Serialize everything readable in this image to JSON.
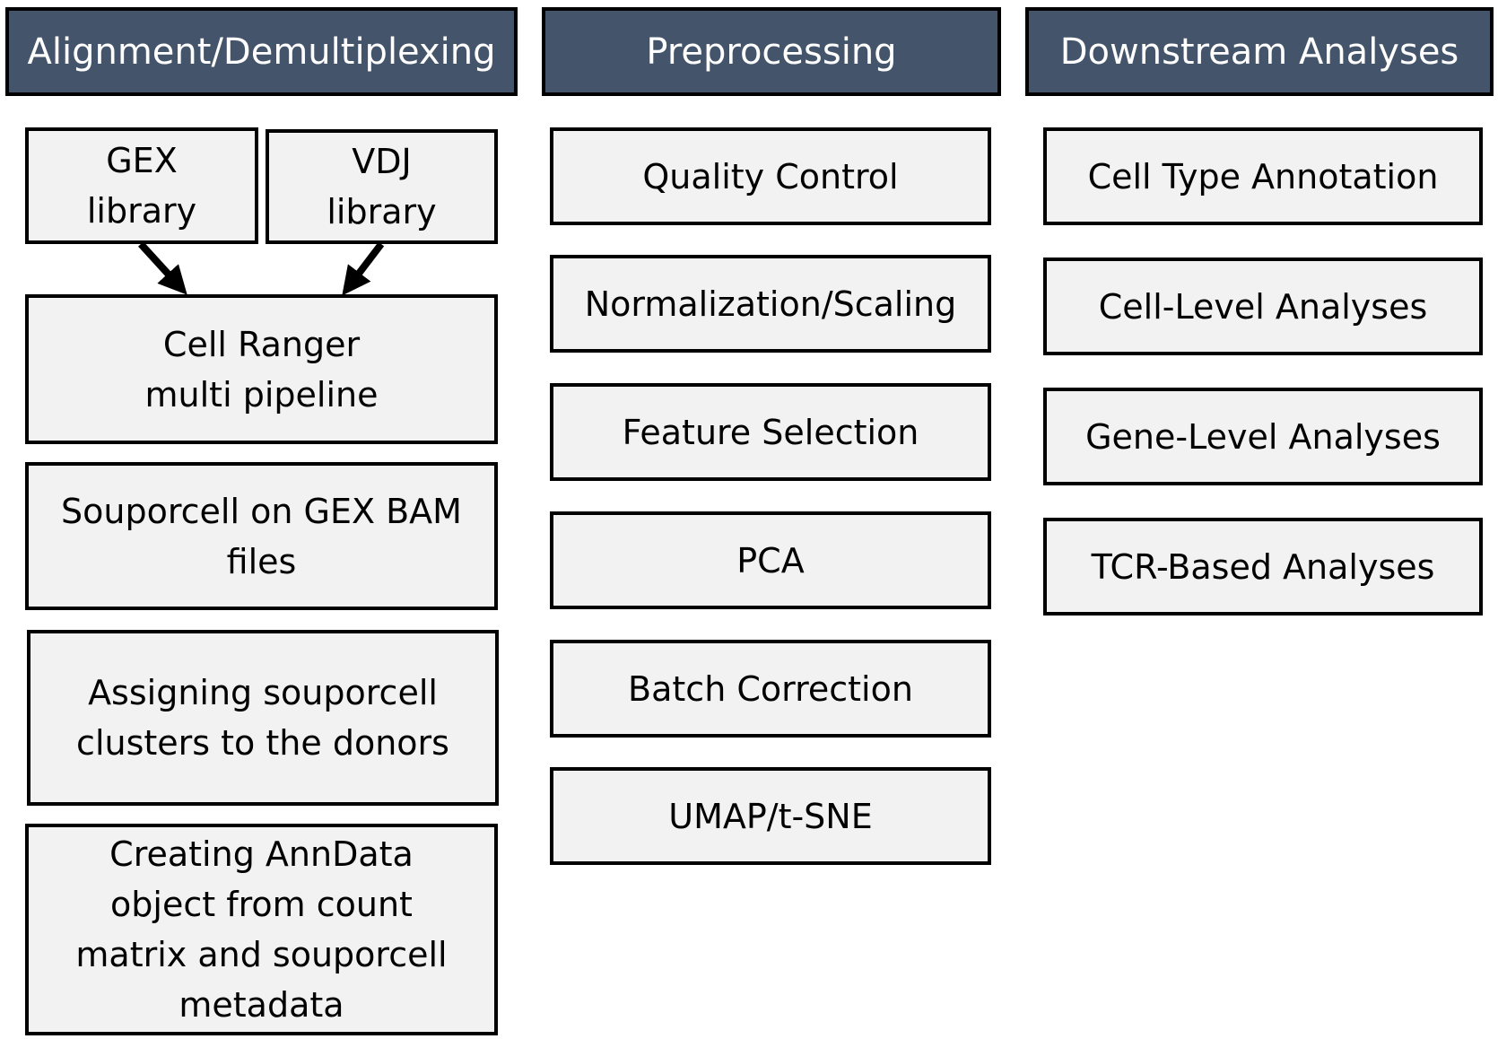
{
  "colors": {
    "header_fill": "#44546a",
    "header_text": "#ffffff",
    "box_fill": "#f2f2f2",
    "border": "#000000"
  },
  "columns": [
    {
      "header": "Alignment/Demultiplexing",
      "gex_library": "GEX\nlibrary",
      "vdj_library": "VDJ\nlibrary",
      "steps": [
        "Cell Ranger\nmulti pipeline",
        "Souporcell on GEX BAM\nfiles",
        "Assigning souporcell\nclusters to the donors",
        "Creating AnnData\nobject from count\nmatrix and souporcell\nmetadata"
      ]
    },
    {
      "header": "Preprocessing",
      "steps": [
        "Quality Control",
        "Normalization/Scaling",
        "Feature Selection",
        "PCA",
        "Batch Correction",
        "UMAP/t-SNE"
      ]
    },
    {
      "header": "Downstream Analyses",
      "steps": [
        "Cell Type Annotation",
        "Cell-Level Analyses",
        "Gene-Level Analyses",
        "TCR-Based Analyses"
      ]
    }
  ]
}
